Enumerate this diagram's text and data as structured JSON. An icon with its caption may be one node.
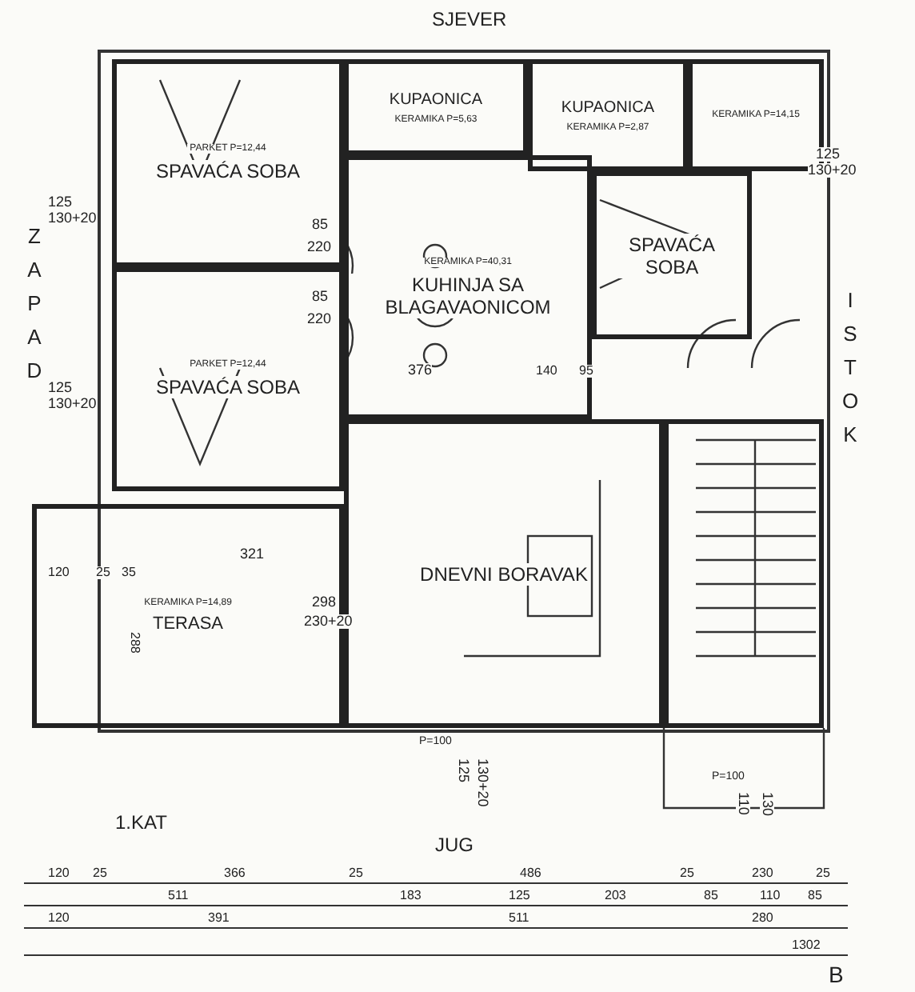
{
  "diagram": {
    "title": "1.KAT",
    "nodes": [
      {
        "text": [
          "PARKET P=12,44",
          "SPAVAĆA SOBA"
        ]
      },
      {
        "text": [
          "PARKET P=12,44",
          "SPAVAĆA SOBA"
        ]
      },
      {
        "text": [
          "KUPAONICA",
          "KERAMIKA P=5,63"
        ]
      },
      {
        "text": [
          "KERAMIKA P=40,31",
          "KUHINJA SA BLAGAVAONICOM"
        ]
      },
      {
        "text": [
          "KUPAONICA",
          "KERAMIKA P=2,87"
        ]
      },
      {
        "text": [
          "KERAMIKA P=14,15"
        ]
      },
      {
        "text": [
          "SPAVAĆA SOBA"
        ]
      },
      {
        "text": [
          "KERAMIKA P=14,89",
          "TERASA"
        ]
      },
      {
        "text": [
          "DNEVNI BORAVAK"
        ]
      },
      {
        "text": [],
        "shape": "box"
      }
    ],
    "edges": [],
    "labels": [
      "SJEVER",
      "ZAPAD",
      "ISTOK",
      "125",
      "130+20",
      "85",
      "220",
      "85",
      "220",
      "376",
      "125",
      "130+20",
      "125",
      "130+20",
      "140",
      "95",
      "321",
      "120",
      "25",
      "35",
      "298",
      "230+20",
      "288",
      "P=100",
      "125",
      "130+20",
      "P=100",
      "110",
      "130",
      "JUG",
      "120",
      "25",
      "366",
      "25",
      "486",
      "25",
      "230",
      "25",
      "511",
      "183",
      "125",
      "203",
      "85",
      "110",
      "85",
      "120",
      "391",
      "511",
      "280",
      "1302",
      "B"
    ]
  }
}
